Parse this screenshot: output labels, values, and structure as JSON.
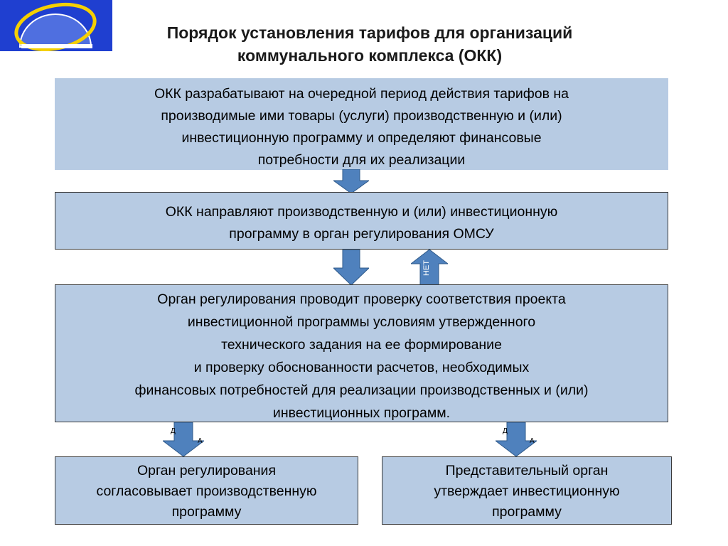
{
  "title": {
    "line1": "Порядок установления тарифов для организаций",
    "line2": "коммунального комплекса (ОКК)"
  },
  "boxes": {
    "step1": {
      "lines": [
        "ОКК разрабатывают на очередной период действия тарифов на",
        "производимые ими товары (услуги) производственную и (или)",
        "инвестиционную программу и определяют финансовые",
        "потребности для их реализации"
      ]
    },
    "step2": {
      "lines": [
        "ОКК направляют производственную и (или) инвестиционную",
        "программу в орган регулирования ОМСУ"
      ]
    },
    "step3": {
      "lines": [
        "Орган регулирования проводит проверку соответствия проекта",
        "инвестиционной программы условиям утвержденного",
        "технического задания на ее формирование",
        "и проверку обоснованности расчетов, необходимых",
        "финансовых потребностей  для реализации производственных и (или)",
        "инвестиционных программ."
      ]
    },
    "result_left": {
      "lines": [
        "Орган регулирования",
        "согласовывает производственную",
        "программу"
      ]
    },
    "result_right": {
      "lines": [
        "Представительный орган",
        "утверждает инвестиционную",
        "программу"
      ]
    }
  },
  "arrows": {
    "no_label": "НЕТ",
    "yes_left_part1": "Д",
    "yes_left_part2": "А",
    "yes_right_part1": "Д",
    "yes_right_part2": "А"
  },
  "colors": {
    "box_fill": "#b7cbe3",
    "arrow_fill": "#4f81bd",
    "logo_blue": "#1f3fd0",
    "logo_yellow": "#f5d000"
  }
}
